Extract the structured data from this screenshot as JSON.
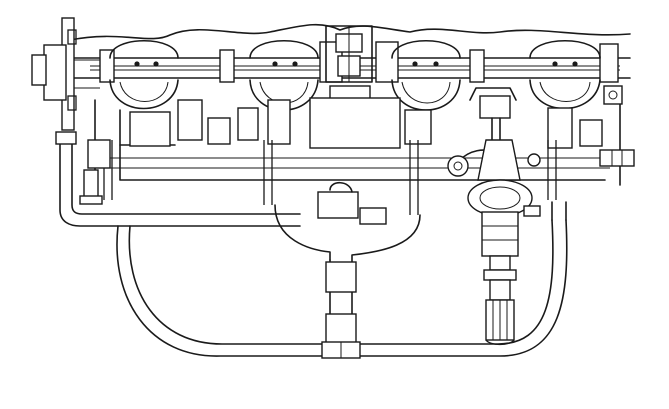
{
  "drawing": {
    "stroke_color": "#1a1a1a",
    "background_color": "#ffffff",
    "components": [
      "intake-manifold",
      "throttle-bodies",
      "fuel-rail",
      "vacuum-hose-loop",
      "idle-actuator",
      "throttle-cable-bracket",
      "spline-shaft"
    ]
  }
}
